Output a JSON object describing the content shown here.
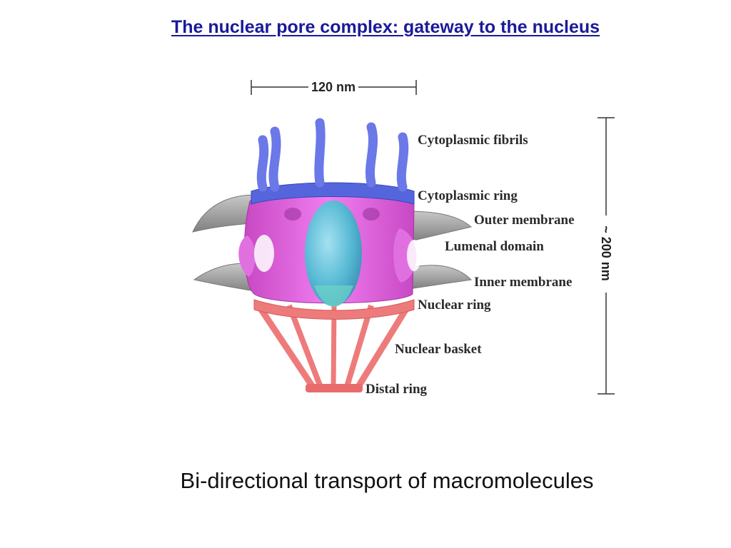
{
  "slide": {
    "title": "The nuclear pore complex: gateway to the nucleus",
    "caption": "Bi-directional transport of macromolecules"
  },
  "diagram": {
    "scale_width": "120 nm",
    "scale_height": "~ 200 nm",
    "labels": {
      "cytoplasmic_fibrils": "Cytoplasmic fibrils",
      "cytoplasmic_ring": "Cytoplasmic ring",
      "outer_membrane": "Outer membrane",
      "lumenal_domain": "Lumenal domain",
      "inner_membrane": "Inner membrane",
      "nuclear_ring": "Nuclear ring",
      "nuclear_basket": "Nuclear basket",
      "distal_ring": "Distal ring"
    }
  },
  "colors": {
    "title": "#1a1a99",
    "fibrils": "#6a78e8",
    "cytoplasmic_ring": "#5566dd",
    "spoke": "#e060d8",
    "transporter": "#4fc6d6",
    "membrane": "#9c9c9c",
    "nuclear_basket": "#ee7b7b"
  }
}
